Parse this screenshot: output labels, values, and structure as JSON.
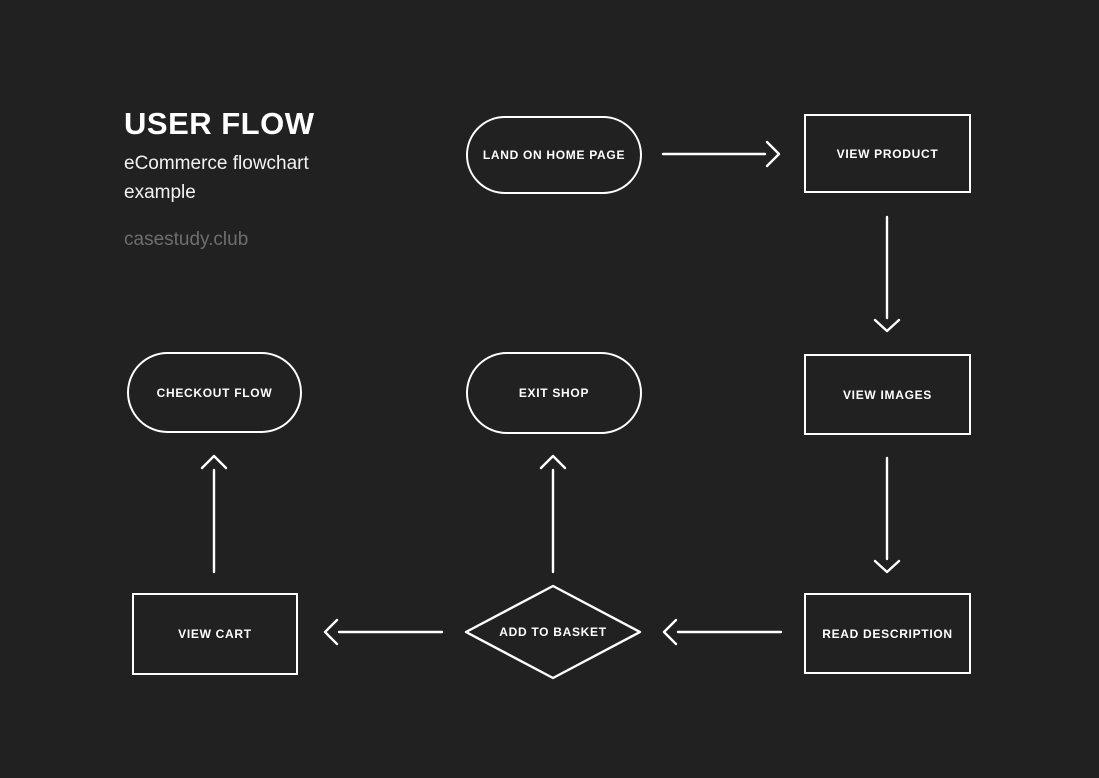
{
  "header": {
    "title": "USER FLOW",
    "subtitle": "eCommerce flowchart example",
    "site": "casestudy.club"
  },
  "colors": {
    "background": "#212121",
    "stroke": "#ffffff",
    "text": "#ffffff",
    "muted_text": "#6e6e6e"
  },
  "diagram": {
    "nodes": [
      {
        "id": "land-on-home-page",
        "label": "LAND ON HOME PAGE",
        "shape": "pill"
      },
      {
        "id": "view-product",
        "label": "VIEW PRODUCT",
        "shape": "rect"
      },
      {
        "id": "view-images",
        "label": "VIEW IMAGES",
        "shape": "rect"
      },
      {
        "id": "read-description",
        "label": "READ DESCRIPTION",
        "shape": "rect"
      },
      {
        "id": "add-to-basket",
        "label": "ADD TO BASKET",
        "shape": "diamond"
      },
      {
        "id": "view-cart",
        "label": "VIEW CART",
        "shape": "rect"
      },
      {
        "id": "exit-shop",
        "label": "EXIT SHOP",
        "shape": "pill"
      },
      {
        "id": "checkout-flow",
        "label": "CHECKOUT FLOW",
        "shape": "pill"
      }
    ],
    "edges": [
      {
        "from": "land-on-home-page",
        "to": "view-product",
        "direction": "right"
      },
      {
        "from": "view-product",
        "to": "view-images",
        "direction": "down"
      },
      {
        "from": "view-images",
        "to": "read-description",
        "direction": "down"
      },
      {
        "from": "read-description",
        "to": "add-to-basket",
        "direction": "left"
      },
      {
        "from": "add-to-basket",
        "to": "view-cart",
        "direction": "left"
      },
      {
        "from": "add-to-basket",
        "to": "exit-shop",
        "direction": "up"
      },
      {
        "from": "view-cart",
        "to": "checkout-flow",
        "direction": "up"
      }
    ]
  }
}
